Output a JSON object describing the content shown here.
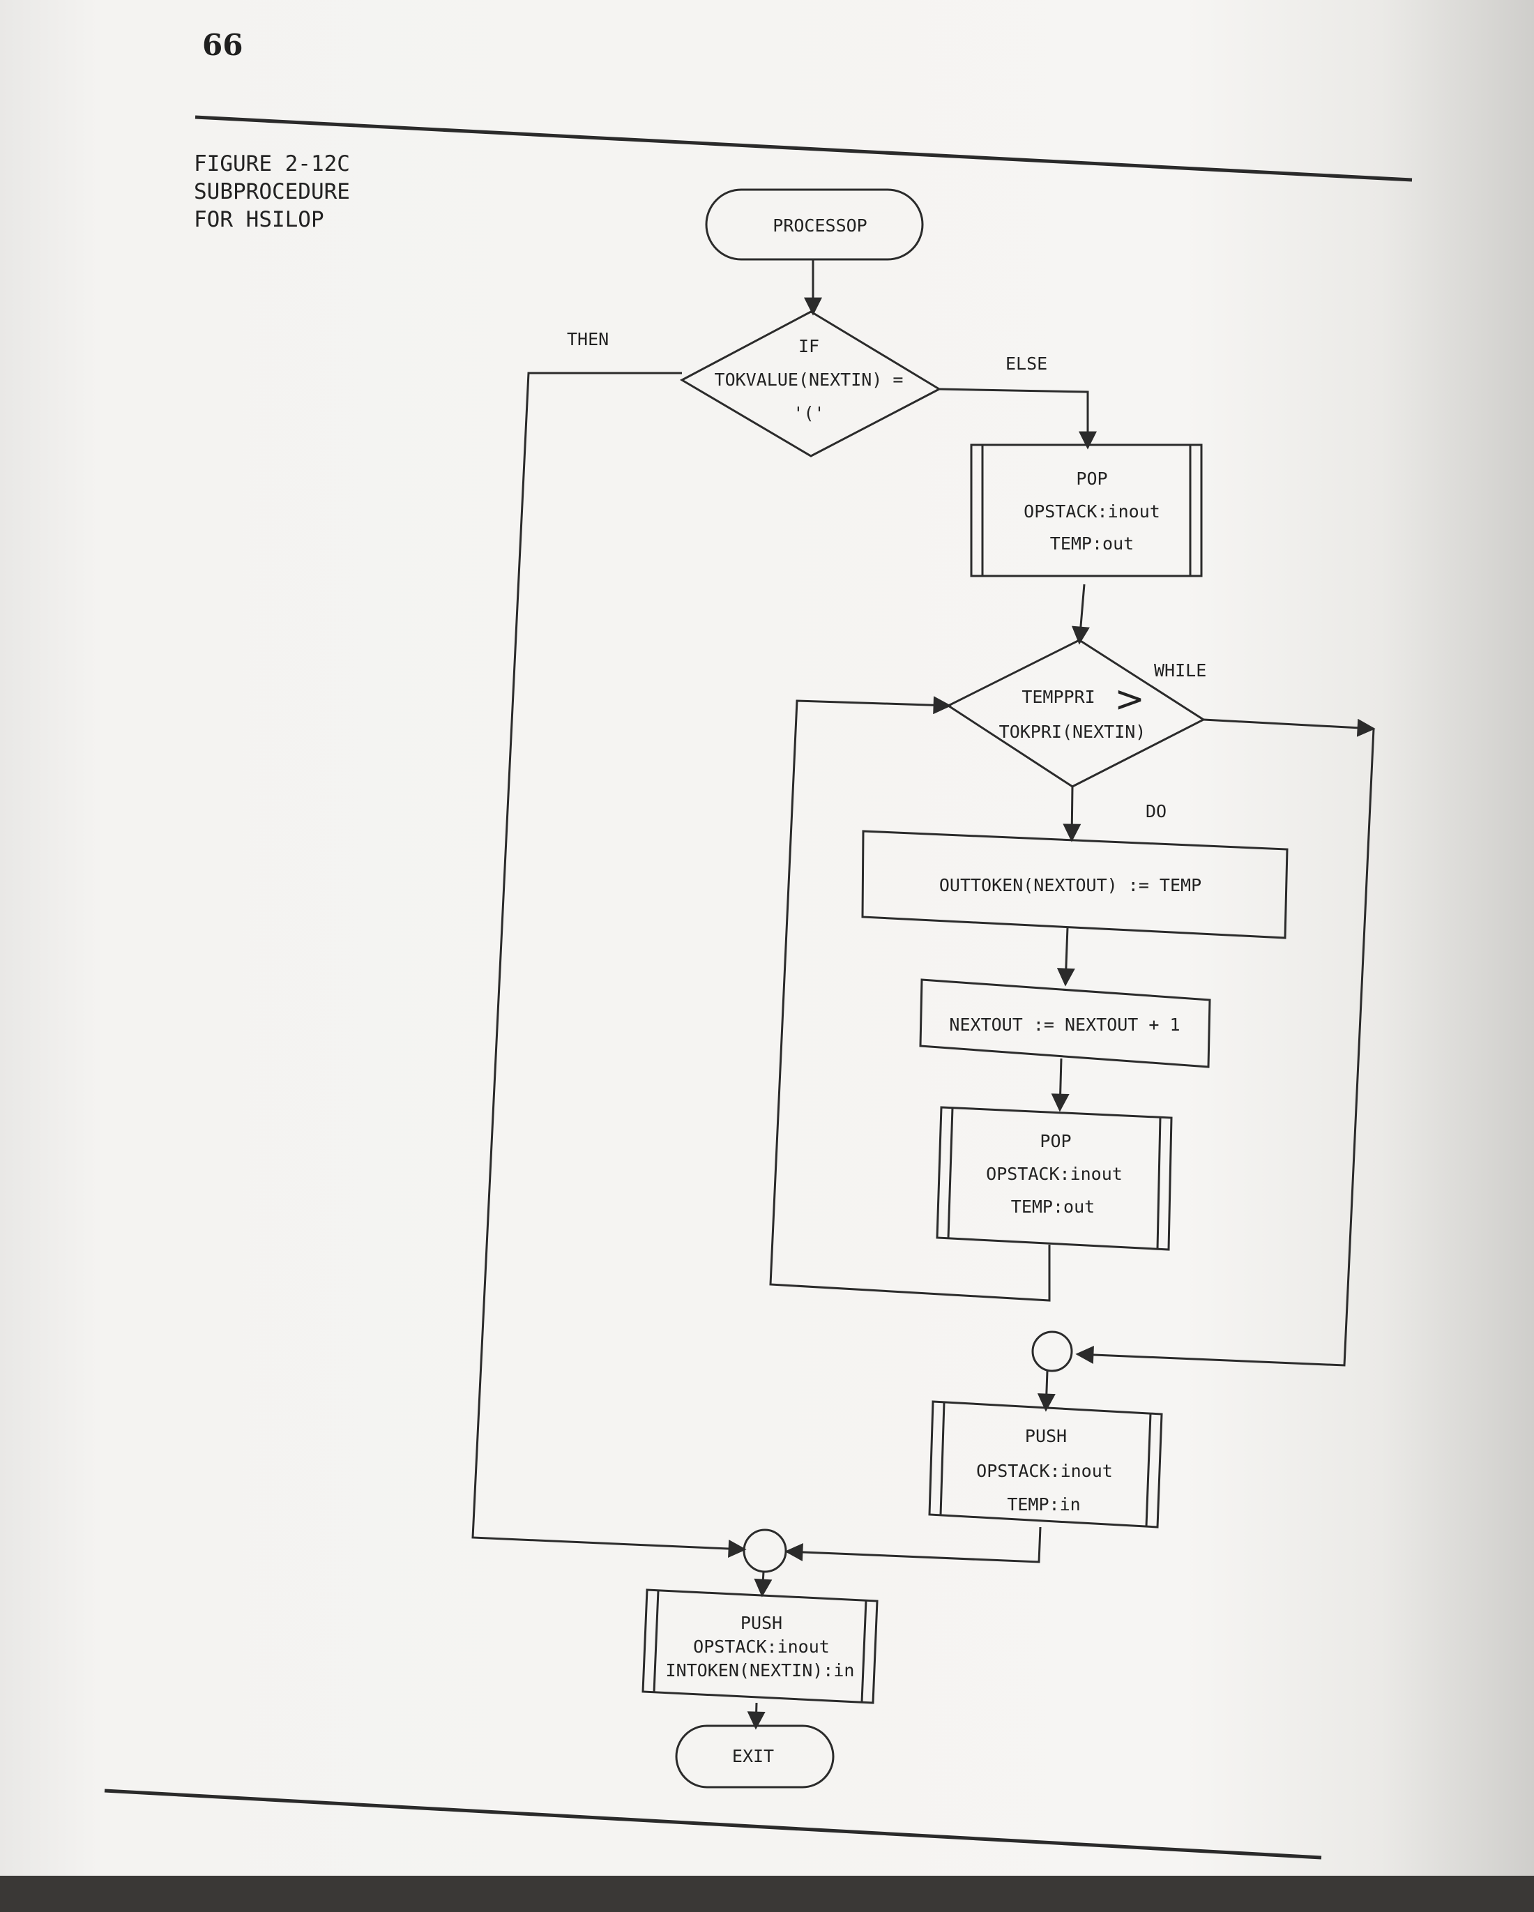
{
  "page": {
    "number": "66"
  },
  "caption": {
    "lines": [
      "FIGURE 2-12C",
      "SUBPROCEDURE",
      "FOR HSILOP"
    ]
  },
  "flowchart": {
    "start": "PROCESSOP",
    "decision_if": {
      "lines": [
        "IF",
        "TOKVALUE(NEXTIN) =",
        "'('"
      ],
      "then_label": "THEN",
      "else_label": "ELSE"
    },
    "pop_1": {
      "lines": [
        "POP",
        "OPSTACK:inout",
        "TEMP:out"
      ]
    },
    "decision_while": {
      "lines": [
        "TEMPPRI",
        "TOKPRI(NEXTIN)"
      ],
      "operator": ">",
      "while_label": "WHILE",
      "do_label": "DO"
    },
    "assign_out": "OUTTOKEN(NEXTOUT)  := TEMP",
    "increment": "NEXTOUT  := NEXTOUT + 1",
    "pop_2": {
      "lines": [
        "POP",
        "OPSTACK:inout",
        "TEMP:out"
      ]
    },
    "push_1": {
      "lines": [
        "PUSH",
        "OPSTACK:inout",
        "TEMP:in"
      ]
    },
    "push_2": {
      "lines": [
        "PUSH",
        "OPSTACK:inout",
        "INTOKEN(NEXTIN):in"
      ]
    },
    "end": "EXIT"
  }
}
